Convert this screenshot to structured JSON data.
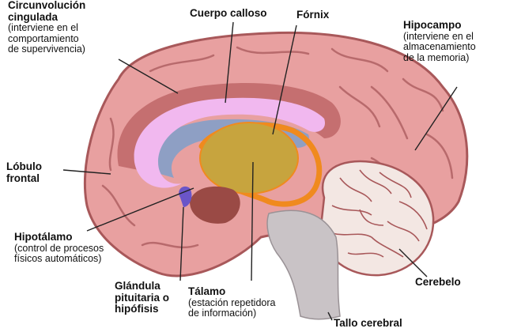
{
  "labels": {
    "circunvolucion": {
      "title_l1": "Circunvolución",
      "title_l2": "cingulada",
      "desc_l1": "(interviene en el",
      "desc_l2": "comportamiento",
      "desc_l3": "de supervivencia)"
    },
    "cuerpo_calloso": {
      "title": "Cuerpo calloso"
    },
    "fornix": {
      "title": "Fórnix"
    },
    "hipocampo": {
      "title": "Hipocampo",
      "desc_l1": "(interviene en el",
      "desc_l2": "almacenamiento",
      "desc_l3": "de la memoria)"
    },
    "lobulo_frontal": {
      "title_l1": "Lóbulo",
      "title_l2": "frontal"
    },
    "hipotalamo": {
      "title": "Hipotálamo",
      "desc_l1": "(control de procesos",
      "desc_l2": "físicos automáticos)"
    },
    "glandula": {
      "title_l1": "Glándula",
      "title_l2": "pituitaria o",
      "title_l3": "hipófisis"
    },
    "talamo": {
      "title": "Tálamo",
      "desc_l1": "(estación repetidora",
      "desc_l2": "de información)"
    },
    "cerebelo": {
      "title": "Cerebelo"
    },
    "tallo": {
      "title": "Tallo cerebral"
    }
  },
  "colors": {
    "brain_fill": "#e8a0a0",
    "brain_edge": "#a8585a",
    "gyrus_lines": "#b86a6c",
    "cingulate": "#c56f70",
    "corpus_callosum": "#f1b8ef",
    "ventricle": "#8e9fc4",
    "fornix": "#f08a1e",
    "thalamus": "#c7a43e",
    "hypothalamus": "#9a4a45",
    "pituitary": "#6a55c8",
    "cerebellum_fill": "#f3e7e3",
    "cerebellum_folia": "#a8585a",
    "brainstem": "#c9c3c6",
    "text": "#111111",
    "leader_lines": "#222222"
  }
}
